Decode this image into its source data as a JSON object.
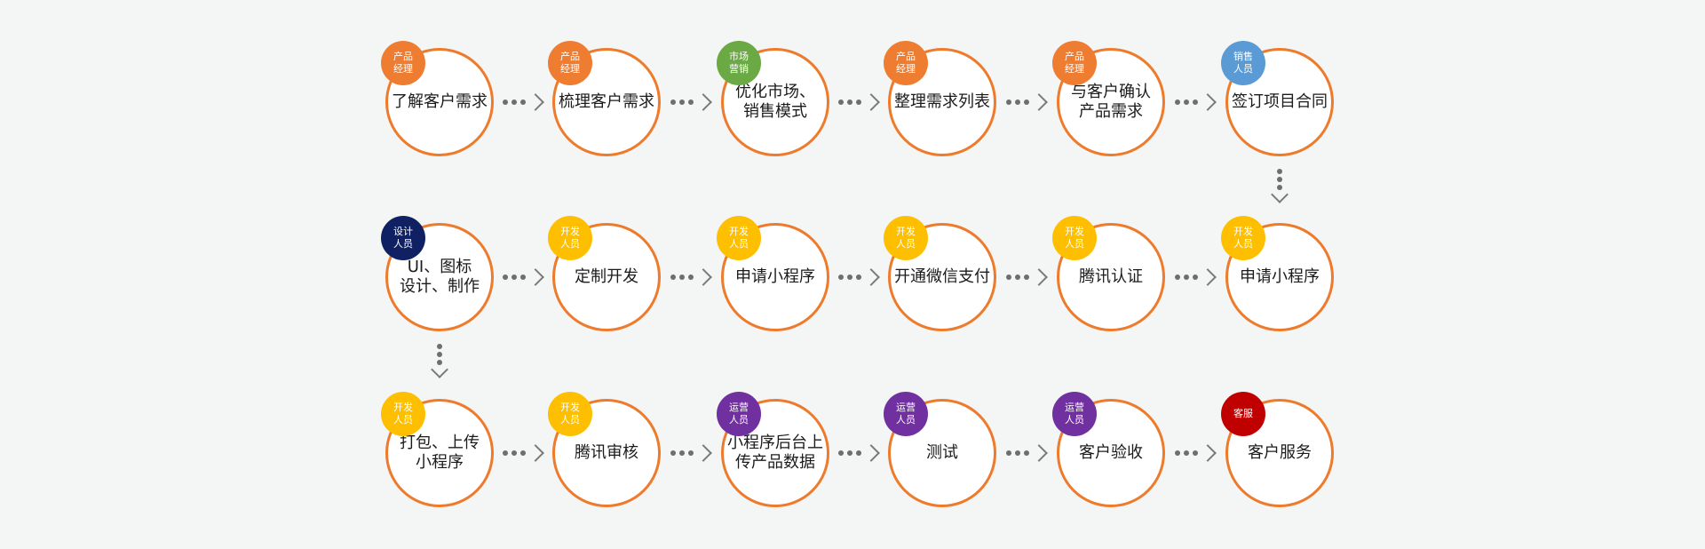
{
  "colors": {
    "circle_border": "#ee7b2c",
    "arrow": "#6e6e6e",
    "background": "#f4f5f5"
  },
  "flow": {
    "rows": [
      [
        {
          "label": "了解客户需求",
          "role": "产品\n经理",
          "role_color": "#ef7d31"
        },
        {
          "label": "梳理客户需求",
          "role": "产品\n经理",
          "role_color": "#ef7d31"
        },
        {
          "label": "优化市场、\n销售模式",
          "role": "市场\n营销",
          "role_color": "#6aa943"
        },
        {
          "label": "整理需求列表",
          "role": "产品\n经理",
          "role_color": "#ef7d31"
        },
        {
          "label": "与客户确认\n产品需求",
          "role": "产品\n经理",
          "role_color": "#ef7d31"
        },
        {
          "label": "签订项目合同",
          "role": "销售\n人员",
          "role_color": "#5b9bd5"
        }
      ],
      [
        {
          "label": "UI、图标\n设计、制作",
          "role": "设计\n人员",
          "role_color": "#0f2163"
        },
        {
          "label": "定制开发",
          "role": "开发\n人员",
          "role_color": "#fdbf00"
        },
        {
          "label": "申请小程序",
          "role": "开发\n人员",
          "role_color": "#fdbf00"
        },
        {
          "label": "开通微信支付",
          "role": "开发\n人员",
          "role_color": "#fdbf00"
        },
        {
          "label": "腾讯认证",
          "role": "开发\n人员",
          "role_color": "#fdbf00"
        },
        {
          "label": "申请小程序",
          "role": "开发\n人员",
          "role_color": "#fdbf00"
        }
      ],
      [
        {
          "label": "打包、上传\n小程序",
          "role": "开发\n人员",
          "role_color": "#fdbf00"
        },
        {
          "label": "腾讯审核",
          "role": "开发\n人员",
          "role_color": "#fdbf00"
        },
        {
          "label": "小程序后台上\n传产品数据",
          "role": "运营\n人员",
          "role_color": "#7030a0"
        },
        {
          "label": "测试",
          "role": "运营\n人员",
          "role_color": "#7030a0"
        },
        {
          "label": "客户验收",
          "role": "运营\n人员",
          "role_color": "#7030a0"
        },
        {
          "label": "客户服务",
          "role": "客服",
          "role_color": "#c00000"
        }
      ]
    ]
  }
}
